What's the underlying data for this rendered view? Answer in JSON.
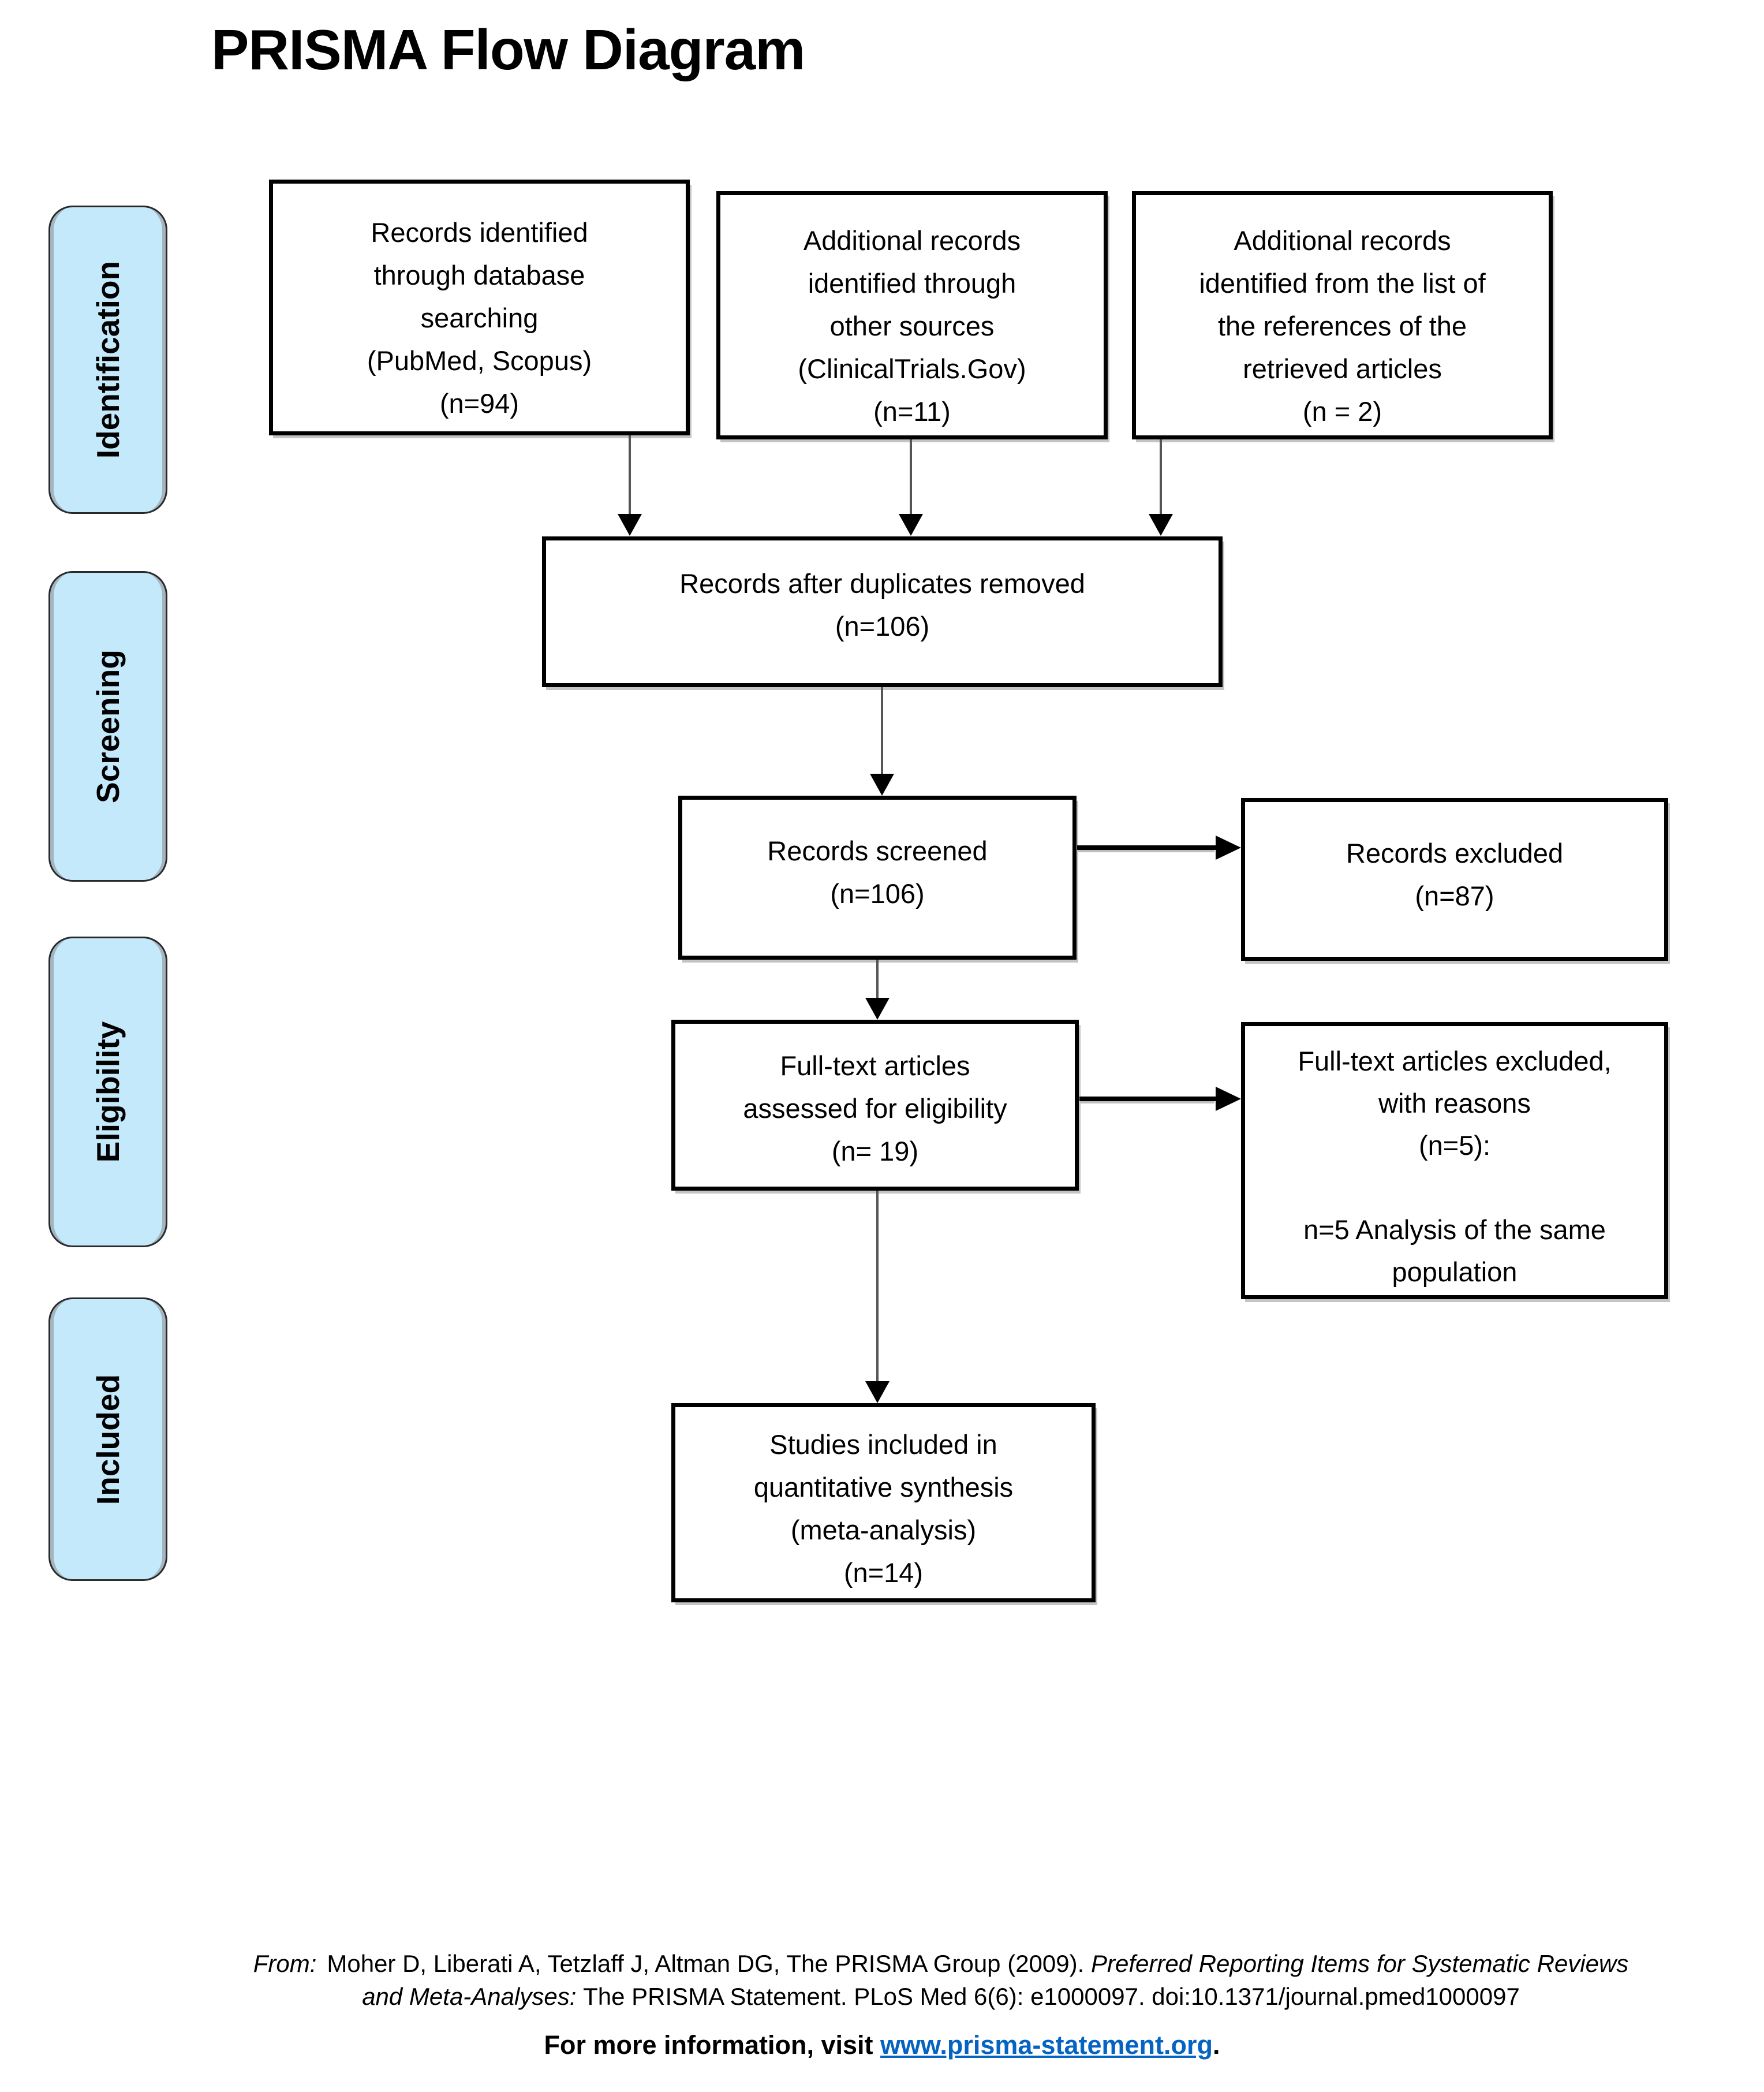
{
  "title": "PRISMA Flow Diagram",
  "colors": {
    "stage_fill": "#C3E9FB",
    "box_border": "#000000",
    "connector": "#555555",
    "link": "#0563C1"
  },
  "sidebar": {
    "stages": [
      {
        "label": "Identification"
      },
      {
        "label": "Screening"
      },
      {
        "label": "Eligibility"
      },
      {
        "label": "Included"
      }
    ]
  },
  "boxes": {
    "db_search": {
      "lines": [
        "Records identified",
        "through database",
        "searching",
        "(PubMed, Scopus)",
        "(n=94)"
      ]
    },
    "other_sources": {
      "lines": [
        "Additional records",
        "identified through",
        "other sources",
        "(ClinicalTrials.Gov)",
        "(n=11)"
      ]
    },
    "references": {
      "lines": [
        "Additional records",
        "identified from the list of",
        "the references of the",
        "retrieved articles",
        "(n = 2)"
      ]
    },
    "dedup": {
      "lines": [
        "Records after duplicates removed",
        "(n=106)"
      ]
    },
    "screened": {
      "lines": [
        "Records screened",
        "(n=106)"
      ]
    },
    "excluded": {
      "lines": [
        "Records excluded",
        "(n=87)"
      ]
    },
    "fulltext": {
      "lines": [
        "Full-text articles",
        "assessed for eligibility",
        "(n= 19)"
      ]
    },
    "fulltext_excluded": {
      "lines": [
        "Full-text articles excluded,",
        "with reasons",
        "(n=5):",
        "",
        "n=5 Analysis of the same",
        "population"
      ]
    },
    "included_studies": {
      "lines": [
        "Studies included in",
        "quantitative synthesis",
        "(meta-analysis)",
        "(n=14)"
      ]
    }
  },
  "footer": {
    "from_label": "From:",
    "line1_authors": "Moher D, Liberati A, Tetzlaff J, Altman DG, The PRISMA Group (2009). ",
    "line1_title": "Preferred Reporting Items for Systematic Reviews",
    "line2_title": "and Meta-Analyses: ",
    "line2_rest": "The PRISMA Statement. PLoS Med 6(6): e1000097. doi:10.1371/journal.pmed1000097",
    "info_prefix": "For more information, visit ",
    "link_text": "www.prisma-statement.org",
    "info_suffix": "."
  }
}
